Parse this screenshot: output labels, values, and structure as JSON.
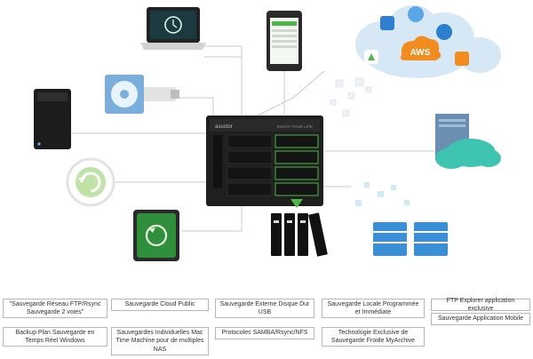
{
  "colors": {
    "connector": "#c9c9c9",
    "cloud": "#d6e8f5",
    "teal_cloud": "#3ec4b0",
    "green_accent": "#4db848",
    "nas_body": "#1f1f1f",
    "box_border": "#b8b8b8",
    "storage_blue": "#3b8fd6"
  },
  "diagram": {
    "nas_brand": "asustor",
    "nas_screen_text": "ENJOY YOUR LIFE",
    "cloud_label": "AWS",
    "icons": [
      "laptop-time-machine-icon",
      "smartphone-icon",
      "cloud-services-icon",
      "optical-disc-usb-icon",
      "small-nas-icon",
      "sync-circle-icon",
      "server-cloud-icon",
      "external-drive-sync-icon",
      "drive-bays-icon",
      "database-stack-icon"
    ]
  },
  "labels": [
    {
      "id": "backup-rsync",
      "text": "\"Sauvegarde Réseau FTP/Rsync Sauvegarde 2 voies\""
    },
    {
      "id": "backup-plan",
      "text": "Backup Plan Sauvegarde en Temps Réel Windows"
    },
    {
      "id": "cloud-public",
      "text": "Sauvegarde Cloud Public"
    },
    {
      "id": "time-machine",
      "text": "Sauvegardes Individuelles Mac Time Machine pour de multiples NAS"
    },
    {
      "id": "external-usb",
      "text": "Sauvegarde Externe Disque Dur USB"
    },
    {
      "id": "protocols",
      "text": "Protocoles SAMBA/Rsync/NFS"
    },
    {
      "id": "local-scheduled",
      "text": "Sauvegarde Locale Programmée et Immédiate"
    },
    {
      "id": "myarchive",
      "text": "Technologie Exclusive de Sauvegarde Froide MyArchive"
    },
    {
      "id": "ftp-explorer",
      "text": "FTP Explorer application exclusive"
    },
    {
      "id": "mobile-backup",
      "text": "Sauvegarde Application Mobile"
    }
  ]
}
